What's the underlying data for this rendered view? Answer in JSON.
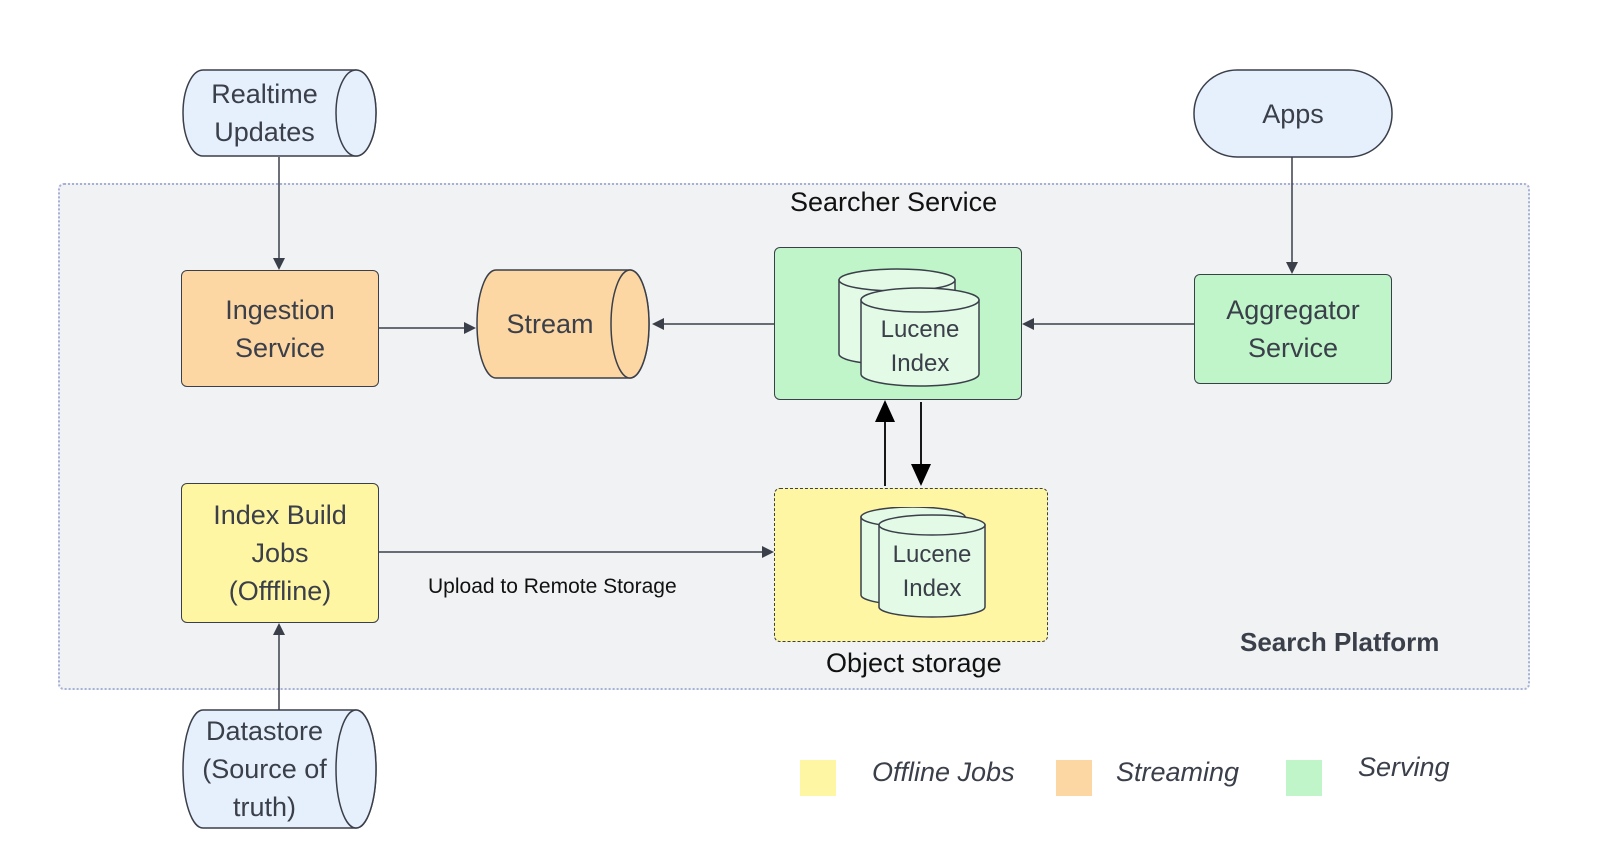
{
  "platform": {
    "label": "Search Platform"
  },
  "nodes": {
    "realtime_updates": "Realtime\nUpdates",
    "apps": "Apps",
    "ingestion_service": "Ingestion\nService",
    "stream": "Stream",
    "searcher_service": "Searcher Service",
    "searcher_index": "Lucene\nIndex",
    "aggregator_service": "Aggregator\nService",
    "index_build_jobs": "Index Build\nJobs\n(Offfline)",
    "object_storage": "Object storage",
    "storage_index": "Lucene\nIndex",
    "datastore": "Datastore\n(Source of\ntruth)"
  },
  "edges": {
    "upload_label": "Upload to Remote Storage"
  },
  "legend": [
    {
      "label": "Offline Jobs",
      "color": "#fff6a3"
    },
    {
      "label": "Streaming",
      "color": "#fcd7a3"
    },
    {
      "label": "Serving",
      "color": "#bff5c8"
    }
  ],
  "colors": {
    "offline": "#fff6a3",
    "streaming": "#fcd7a3",
    "serving": "#bff5c8",
    "source": "#e6f0fc",
    "platform_bg": "#f1f2f4"
  }
}
